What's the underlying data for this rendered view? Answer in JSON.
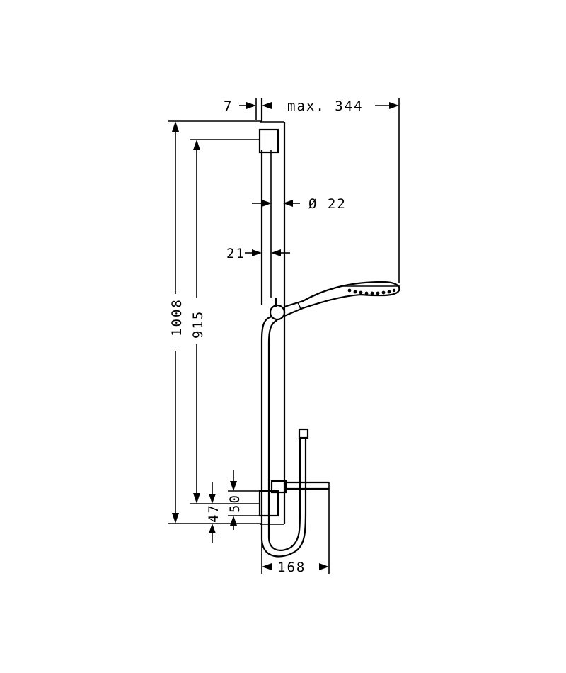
{
  "drawing": {
    "dimensions": {
      "offset_7": "7",
      "max_344": "max. 344",
      "diameter_22": "Ø 22",
      "width_21": "21",
      "height_1008": "1008",
      "height_915": "915",
      "height_47": "47",
      "height_50": "50",
      "width_168": "168"
    },
    "colors": {
      "line": "#000000",
      "background": "#ffffff"
    }
  }
}
